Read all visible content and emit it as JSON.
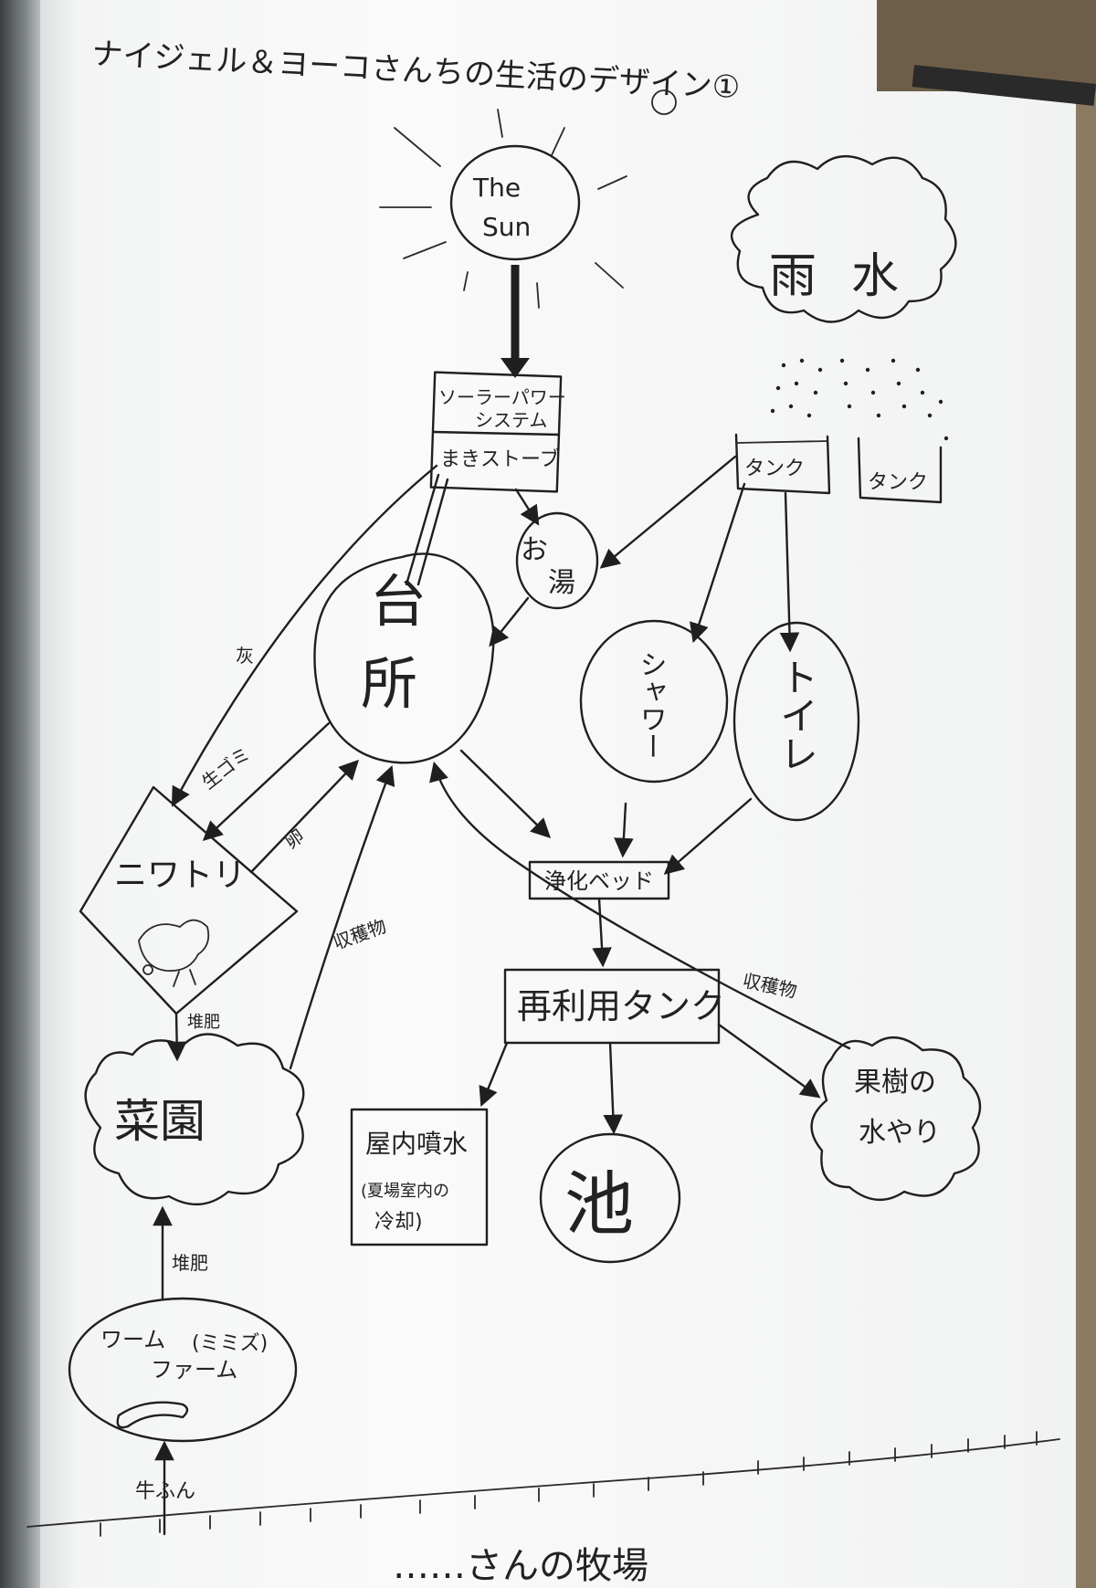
{
  "title": "ナイジェル＆ヨーコさんちの生活のデザイン①",
  "nodes": {
    "sun": {
      "line1": "The",
      "line2": "Sun"
    },
    "rain": "雨水",
    "solar": {
      "line1": "ソーラーパワー",
      "line2": "システム"
    },
    "stove": "まきストーブ",
    "tank1": "タンク",
    "tank2": "タンク",
    "hotwater": {
      "line1": "お",
      "line2": "湯"
    },
    "kitchen": {
      "line1": "台",
      "line2": "所"
    },
    "shower": "シャワー",
    "toilet": "トイレ",
    "chicken": "ニワトリ",
    "purify": "浄化ベッド",
    "reuse_tank": "再利用タンク",
    "garden": "菜園",
    "sprinkler": {
      "line1": "屋内噴水",
      "line2": "(夏場室内の",
      "line3": "冷却)"
    },
    "pond": "池",
    "orchard": {
      "line1": "果樹の",
      "line2": "水やり"
    },
    "worm": {
      "line1": "ワーム",
      "line2": "ファーム",
      "note": "(ミミズ)"
    },
    "ranch": "……さんの牧場"
  },
  "edge_labels": {
    "ash": "灰",
    "kitchen_scraps": "生ゴミ",
    "egg": "卵",
    "harvest1": "収穫物",
    "harvest2": "収穫物",
    "compost1": "堆肥",
    "compost2": "堆肥",
    "manure": "牛ふん"
  }
}
